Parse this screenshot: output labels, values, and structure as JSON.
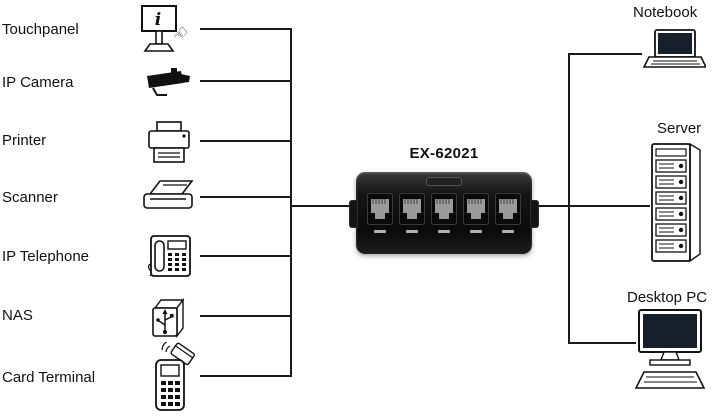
{
  "diagram": {
    "switch": {
      "model": "EX-62021"
    },
    "left_devices": [
      {
        "label": "Touchpanel",
        "icon": "touchpanel-icon"
      },
      {
        "label": "IP Camera",
        "icon": "ip-camera-icon"
      },
      {
        "label": "Printer",
        "icon": "printer-icon"
      },
      {
        "label": "Scanner",
        "icon": "scanner-icon"
      },
      {
        "label": "IP Telephone",
        "icon": "ip-telephone-icon"
      },
      {
        "label": "NAS",
        "icon": "nas-icon"
      },
      {
        "label": "Card Terminal",
        "icon": "card-terminal-icon"
      }
    ],
    "right_devices": [
      {
        "label": "Notebook",
        "icon": "notebook-icon"
      },
      {
        "label": "Server",
        "icon": "server-icon"
      },
      {
        "label": "Desktop PC",
        "icon": "desktop-pc-icon"
      }
    ],
    "colors": {
      "line": "#1a1a1a",
      "switch_body": "#111111",
      "screen": "#15202b"
    }
  }
}
